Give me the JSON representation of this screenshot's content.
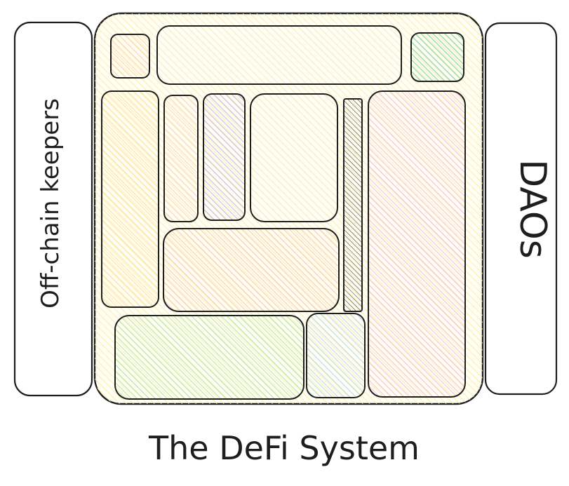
{
  "left_panel": {
    "label": "Off-chain keepers"
  },
  "right_panel": {
    "label": "DAOs"
  },
  "caption": "The DeFi System",
  "colors": {
    "stroke": "#1e1e1e",
    "container": "#ffec99",
    "orange": "#ffc9a3",
    "green": "#8ce99a",
    "yellow": "#ffe066",
    "purple": "#b197fc",
    "peach": "#ffb8a0",
    "lightblue": "#a5d8ff",
    "pink": "#f3a6d8",
    "light": "#fff3bf"
  }
}
